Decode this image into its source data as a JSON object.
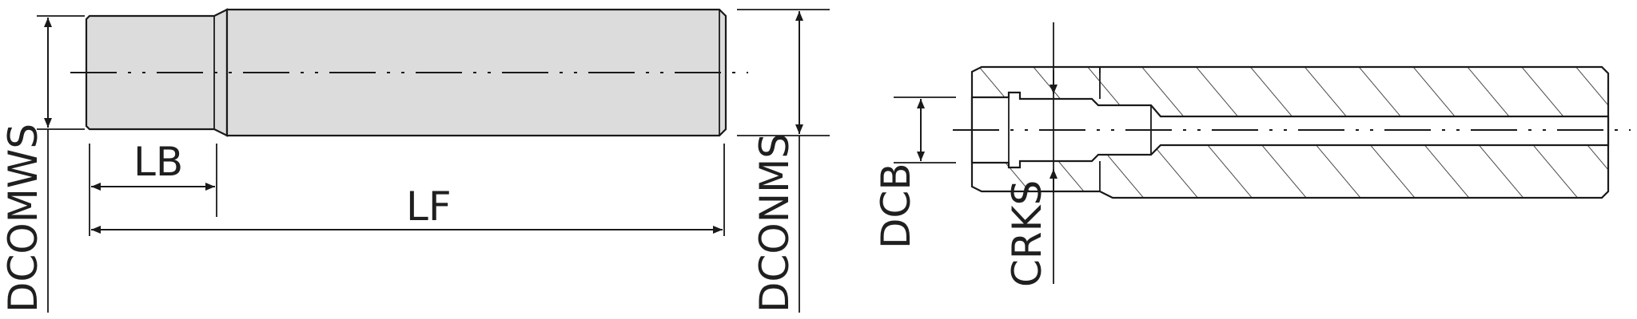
{
  "colors": {
    "shank_fill": "#dcdcdc",
    "line": "#1a1a1a",
    "text": "#1f1f1f",
    "background": "#ffffff"
  },
  "labels": {
    "dcomws": "DCOMWS",
    "lb": "LB",
    "lf": "LF",
    "dconms": "DCONMS",
    "dcb": "DCB",
    "crks": "CRKS"
  }
}
